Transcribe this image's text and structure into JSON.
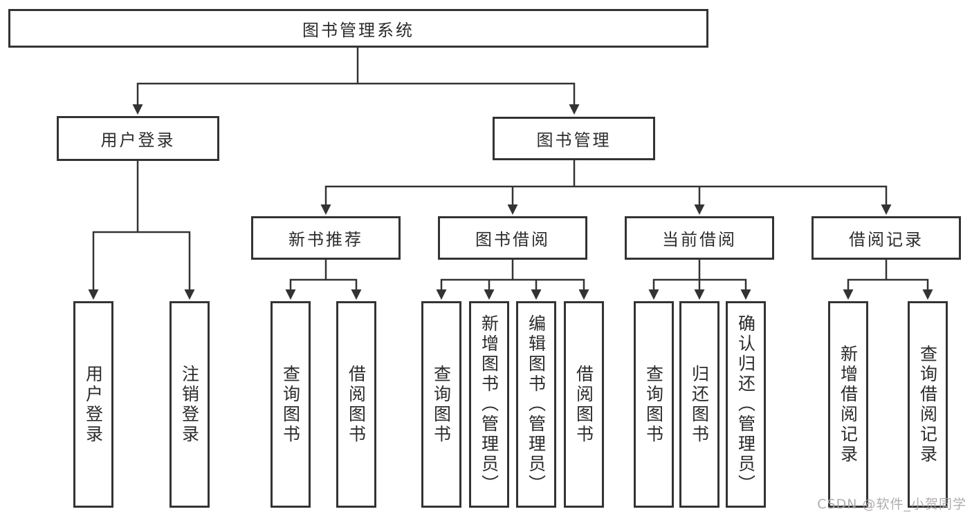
{
  "tree": {
    "root": {
      "label": "图书管理系统"
    },
    "branches": [
      {
        "label": "用户登录",
        "children": [
          {
            "label": "用户登录"
          },
          {
            "label": "注销登录"
          }
        ]
      },
      {
        "label": "图书管理",
        "sections": [
          {
            "label": "新书推荐",
            "children": [
              {
                "label": "查询图书"
              },
              {
                "label": "借阅图书"
              }
            ]
          },
          {
            "label": "图书借阅",
            "children": [
              {
                "label": "查询图书"
              },
              {
                "label": "新增图书（管理员）"
              },
              {
                "label": "编辑图书（管理员）"
              },
              {
                "label": "借阅图书"
              }
            ]
          },
          {
            "label": "当前借阅",
            "children": [
              {
                "label": "查询图书"
              },
              {
                "label": "归还图书"
              },
              {
                "label": "确认归还（管理员）"
              }
            ]
          },
          {
            "label": "借阅记录",
            "children": [
              {
                "label": "新增借阅记录"
              },
              {
                "label": "查询借阅记录"
              }
            ]
          }
        ]
      }
    ]
  },
  "watermark": {
    "text": "CSDN @软件_小贺同学"
  },
  "colors": {
    "line": "#333333",
    "text": "#2b2b2b",
    "watermark": "#a8a4a4",
    "bg": "#ffffff"
  }
}
